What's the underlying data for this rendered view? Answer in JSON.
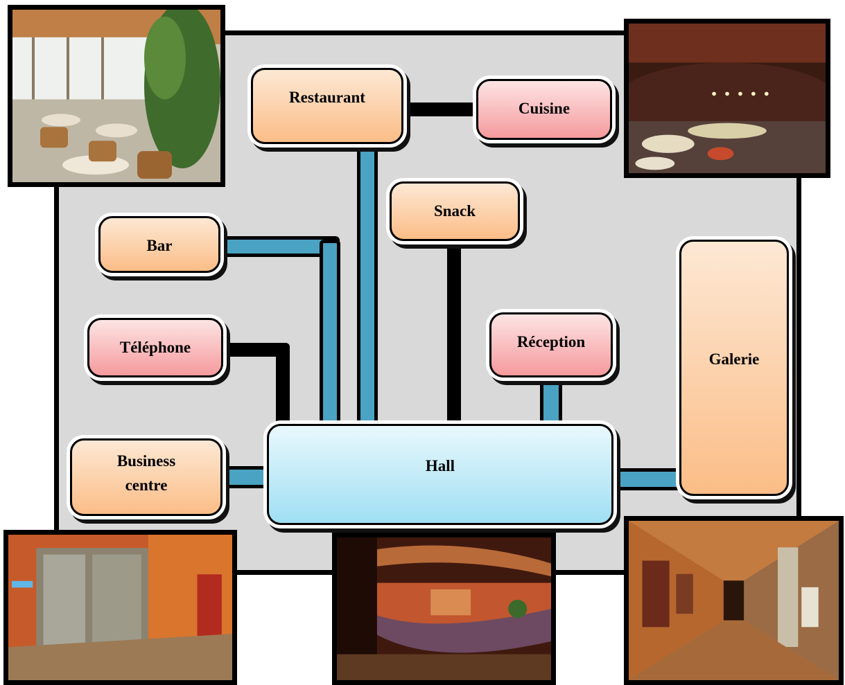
{
  "diagram": {
    "nodes": {
      "restaurant": "Restaurant",
      "cuisine": "Cuisine",
      "snack": "Snack",
      "bar": "Bar",
      "telephone": "Téléphone",
      "reception": "Réception",
      "galerie": "Galerie",
      "business_centre": "Business\ncentre",
      "hall": "Hall"
    },
    "node_colors": {
      "orange": "#fbbd87",
      "pink": "#f59a9d",
      "light_blue": "#9fdff3",
      "connector_teal": "#4aa3c2",
      "panel_gray": "#d9d9d9"
    },
    "photos": [
      "restaurant-photo",
      "lounge-photo",
      "entrance-photo",
      "reception-desk-photo",
      "gallery-corridor-photo"
    ]
  }
}
